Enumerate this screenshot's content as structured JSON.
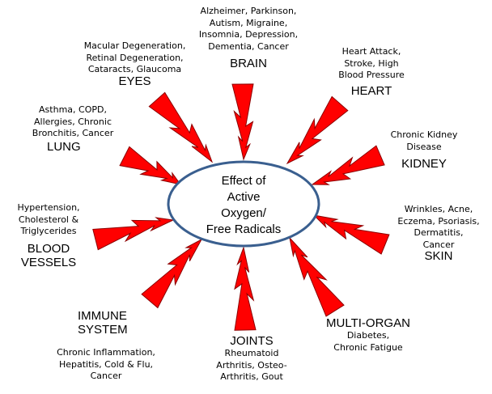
{
  "center": {
    "text": "Effect of\nActive\nOxygen/\nFree Radicals"
  },
  "colors": {
    "bolt": "#ff0000",
    "bolt_outline": "#8b0000",
    "ellipse_stroke": "#3a5f8f"
  },
  "categories": {
    "brain": {
      "heading": "BRAIN",
      "conditions": "Alzheimer, Parkinson,\nAutism, Migraine,\nInsomnia, Depression,\nDementia, Cancer"
    },
    "eyes": {
      "heading": "EYES",
      "conditions": "Macular Degeneration,\nRetinal Degeneration,\nCataracts, Glaucoma"
    },
    "heart": {
      "heading": "HEART",
      "conditions": "Heart Attack,\nStroke, High\nBlood Pressure"
    },
    "lung": {
      "heading": "LUNG",
      "conditions": "Asthma, COPD,\nAllergies, Chronic\nBronchitis, Cancer"
    },
    "kidney": {
      "heading": "KIDNEY",
      "conditions": "Chronic Kidney\nDisease"
    },
    "blood_vessels": {
      "heading": "BLOOD\nVESSELS",
      "conditions": "Hypertension,\nCholesterol &\nTriglycerides"
    },
    "skin": {
      "heading": "SKIN",
      "conditions": "Wrinkles, Acne,\nEczema, Psoriasis,\nDermatitis,\nCancer"
    },
    "immune_system": {
      "heading": "IMMUNE\nSYSTEM",
      "conditions": "Chronic Inflammation,\nHepatitis, Cold & Flu,\nCancer"
    },
    "joints": {
      "heading": "JOINTS",
      "conditions": "Rheumatoid\nArthritis, Osteo-\nArthritis, Gout"
    },
    "multi_organ": {
      "heading": "MULTI-ORGAN",
      "conditions": "Diabetes,\nChronic Fatigue"
    }
  }
}
